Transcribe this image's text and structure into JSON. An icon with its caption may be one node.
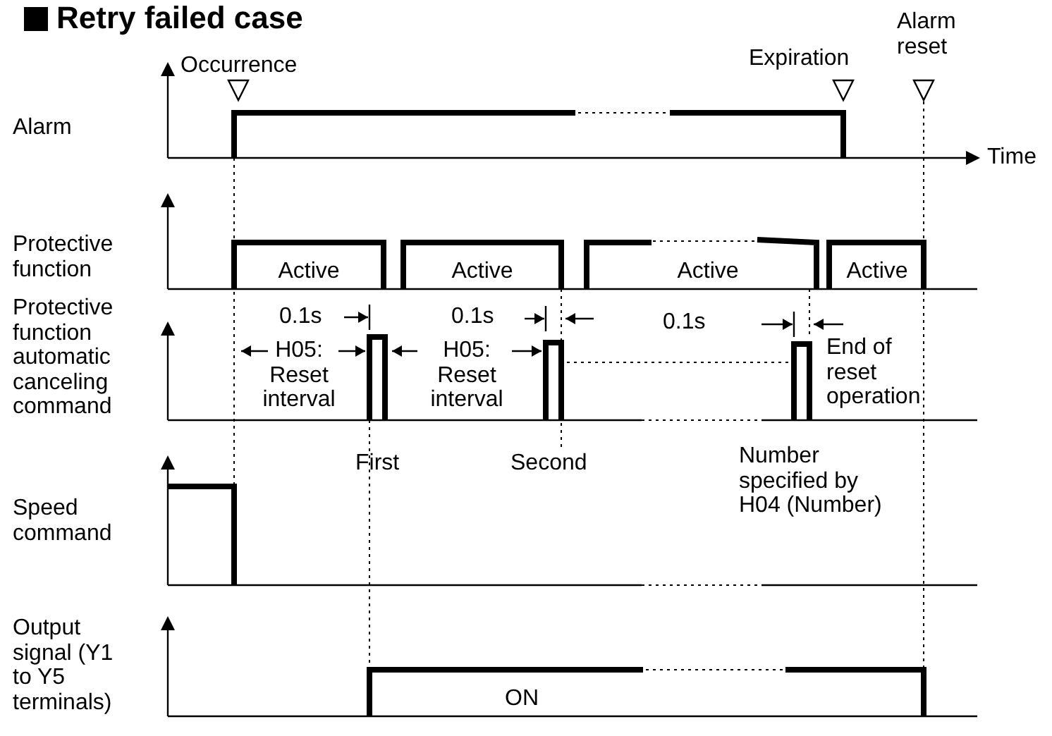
{
  "diagram": {
    "title": "Retry failed case",
    "labels": [
      "Occurrence",
      "Expiration",
      "Alarm reset",
      "Alarm",
      "Time",
      "Protective function",
      "Active",
      "Active",
      "Active",
      "Active",
      "Protective function automatic canceling command",
      "0.1s",
      "0.1s",
      "0.1s",
      "H05: Reset interval",
      "H05: Reset interval",
      "End of reset operation",
      "First",
      "Second",
      "Number specified by H04 (Number)",
      "Speed command",
      "Output signal (Y1 to Y5 terminals)",
      "ON"
    ]
  }
}
